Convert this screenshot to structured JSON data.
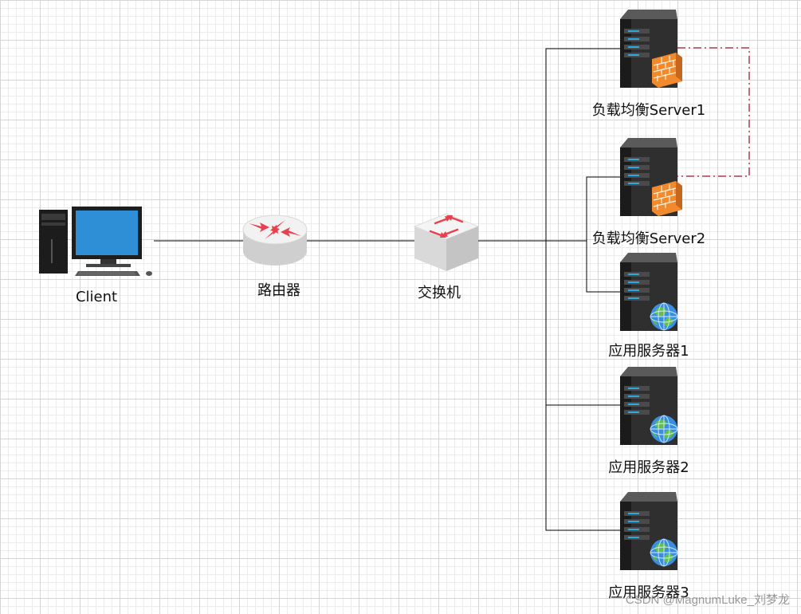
{
  "nodes": {
    "client": {
      "label": "Client"
    },
    "router": {
      "label": "路由器"
    },
    "switch": {
      "label": "交换机"
    },
    "lb1": {
      "label": "负载均衡Server1"
    },
    "lb2": {
      "label": "负载均衡Server2"
    },
    "app1": {
      "label": "应用服务器1"
    },
    "app2": {
      "label": "应用服务器2"
    },
    "app3": {
      "label": "应用服务器3"
    }
  },
  "icons": {
    "client": "desktop-computer-icon",
    "router": "router-icon",
    "switch": "network-switch-icon",
    "lb_server": "server-with-firewall-icon",
    "app_server": "server-with-globe-icon"
  },
  "colors": {
    "connection_line": "#000000",
    "heartbeat_link": "#a0152a",
    "firewall": "#f08a2c",
    "router_arrows": "#e8404c",
    "server_body": "#2f2f2f",
    "server_led": "#2aa8e0"
  },
  "watermark": "CSDN @MagnumLuke_刘梦龙"
}
